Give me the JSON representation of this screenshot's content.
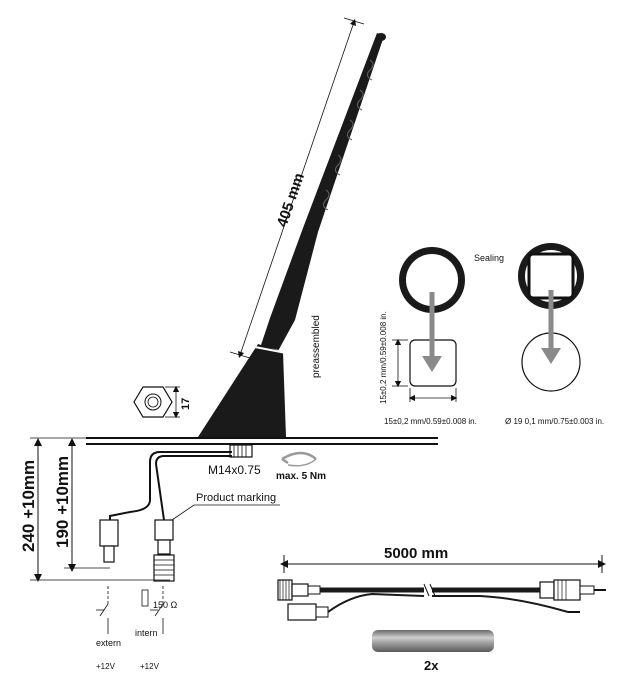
{
  "labels": {
    "antenna_length": "405 mm",
    "preassembled": "preassembled",
    "nut_size": "17",
    "thread": "M14x0.75",
    "torque": "max. 5 Nm",
    "product_marking": "Product marking",
    "height_outer": "240 +10mm",
    "height_inner": "190 +10mm",
    "resistor": "150 Ω",
    "extern": "extern",
    "intern": "intern",
    "voltage_left": "+12V",
    "voltage_right": "+12V",
    "sealing": "Sealing",
    "square_height": "15±0,2 mm/0.59±0.008 in.",
    "square_width": "15±0,2 mm/0.59±0.008 in.",
    "round_diameter": "Ø 19 0,1 mm/0.75±0.003 in.",
    "cable_length": "5000 mm",
    "quantity": "2x"
  },
  "colors": {
    "line": "#111111",
    "antenna": "#1a1a1a",
    "arrow_gray": "#8a8a8a",
    "gray_ring": "#9a9a9a"
  }
}
